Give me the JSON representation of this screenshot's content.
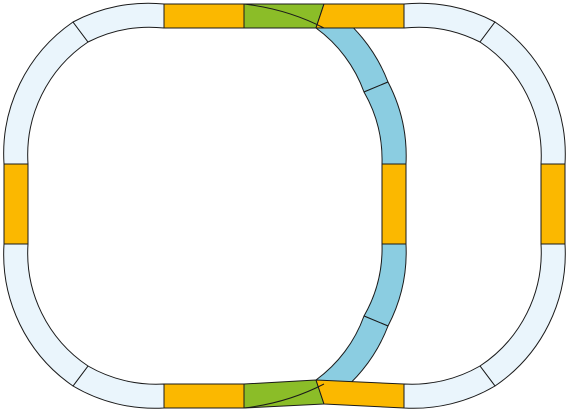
{
  "diagram": {
    "colors": {
      "curve": "#eaf5fc",
      "straight": "#fbb800",
      "switch": "#8bbd28",
      "inner_curve": "#8bcde1",
      "outline": "#1a1a1a"
    },
    "pieces": [
      {
        "name": "left-track-top-curve-1",
        "kind": "curve",
        "loop": "left"
      },
      {
        "name": "left-track-top-curve-2",
        "kind": "curve",
        "loop": "left"
      },
      {
        "name": "left-track-top-straight",
        "kind": "straight",
        "loop": "left"
      },
      {
        "name": "top-switch",
        "kind": "switch",
        "loop": "shared"
      },
      {
        "name": "crossover-curve-1",
        "kind": "inner_curve",
        "loop": "left"
      },
      {
        "name": "crossover-curve-2",
        "kind": "inner_curve",
        "loop": "left"
      },
      {
        "name": "left-loop-right-straight",
        "kind": "straight",
        "loop": "left"
      },
      {
        "name": "crossover-curve-3",
        "kind": "inner_curve",
        "loop": "left"
      },
      {
        "name": "crossover-curve-4",
        "kind": "inner_curve",
        "loop": "left"
      },
      {
        "name": "bottom-switch",
        "kind": "switch",
        "loop": "shared"
      },
      {
        "name": "left-track-bottom-straight",
        "kind": "straight",
        "loop": "left"
      },
      {
        "name": "left-track-bottom-curve-1",
        "kind": "curve",
        "loop": "left"
      },
      {
        "name": "left-track-bottom-curve-2",
        "kind": "curve",
        "loop": "left"
      },
      {
        "name": "left-track-left-straight",
        "kind": "straight",
        "loop": "left"
      },
      {
        "name": "right-track-top-straight",
        "kind": "straight",
        "loop": "right"
      },
      {
        "name": "right-track-top-curve-1",
        "kind": "curve",
        "loop": "right"
      },
      {
        "name": "right-track-top-curve-2",
        "kind": "curve",
        "loop": "right"
      },
      {
        "name": "right-track-right-straight",
        "kind": "straight",
        "loop": "right"
      },
      {
        "name": "right-track-bottom-curve-1",
        "kind": "curve",
        "loop": "right"
      },
      {
        "name": "right-track-bottom-curve-2",
        "kind": "curve",
        "loop": "right"
      },
      {
        "name": "right-track-bottom-straight",
        "kind": "straight",
        "loop": "right"
      }
    ]
  }
}
